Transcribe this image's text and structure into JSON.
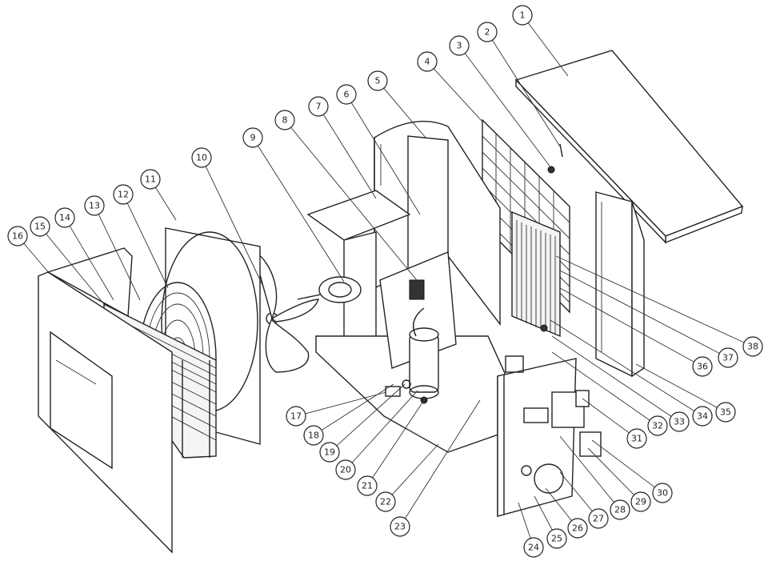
{
  "callouts": [
    {
      "n": "1"
    },
    {
      "n": "2"
    },
    {
      "n": "3"
    },
    {
      "n": "4"
    },
    {
      "n": "5"
    },
    {
      "n": "6"
    },
    {
      "n": "7"
    },
    {
      "n": "8"
    },
    {
      "n": "9"
    },
    {
      "n": "10"
    },
    {
      "n": "11"
    },
    {
      "n": "12"
    },
    {
      "n": "13"
    },
    {
      "n": "14"
    },
    {
      "n": "15"
    },
    {
      "n": "16"
    },
    {
      "n": "17"
    },
    {
      "n": "18"
    },
    {
      "n": "19"
    },
    {
      "n": "20"
    },
    {
      "n": "21"
    },
    {
      "n": "22"
    },
    {
      "n": "23"
    },
    {
      "n": "24"
    },
    {
      "n": "25"
    },
    {
      "n": "26"
    },
    {
      "n": "27"
    },
    {
      "n": "28"
    },
    {
      "n": "29"
    },
    {
      "n": "30"
    },
    {
      "n": "31"
    },
    {
      "n": "32"
    },
    {
      "n": "33"
    },
    {
      "n": "34"
    },
    {
      "n": "35"
    },
    {
      "n": "36"
    },
    {
      "n": "37"
    },
    {
      "n": "38"
    }
  ]
}
